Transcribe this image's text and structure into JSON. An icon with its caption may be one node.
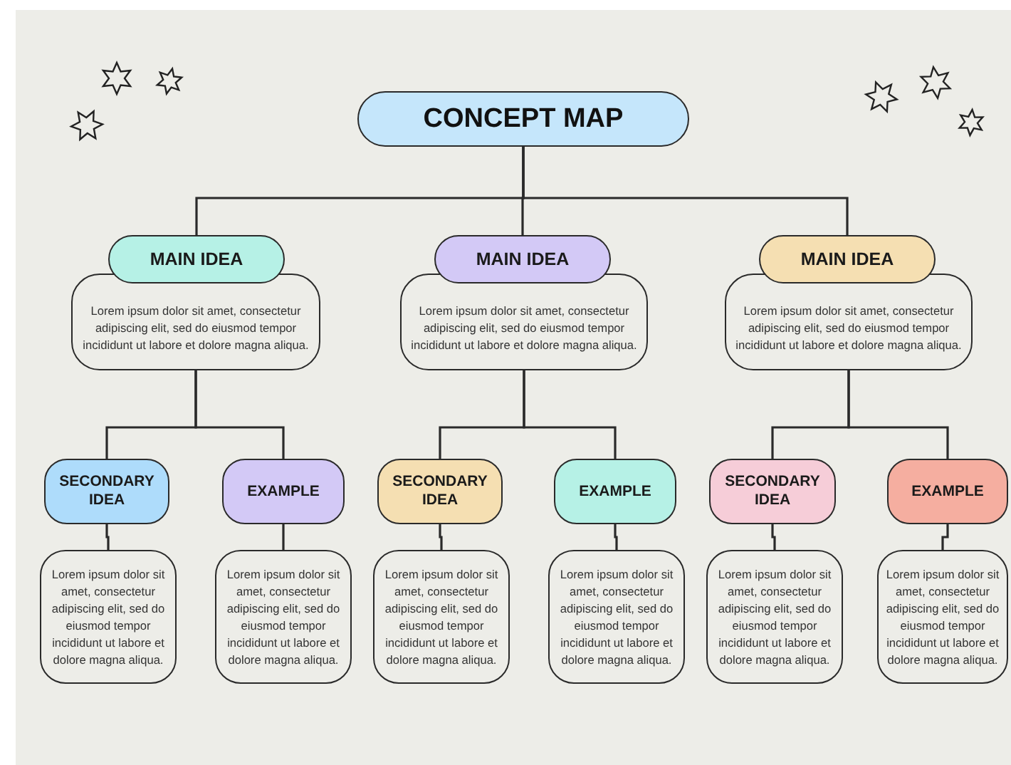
{
  "diagram": {
    "nodes": [
      {
        "text": [
          "CONCEPT MAP"
        ]
      },
      {
        "text": [
          "MAIN IDEA"
        ]
      },
      {
        "text": [
          "Lorem ipsum dolor sit amet, consectetur adipiscing elit, sed do eiusmod tempor incididunt ut labore et dolore magna aliqua."
        ]
      },
      {
        "text": [
          "MAIN IDEA"
        ]
      },
      {
        "text": [
          "Lorem ipsum dolor sit amet, consectetur adipiscing elit, sed do eiusmod tempor incididunt ut labore et dolore magna aliqua."
        ]
      },
      {
        "text": [
          "MAIN IDEA"
        ]
      },
      {
        "text": [
          "Lorem ipsum dolor sit amet, consectetur adipiscing elit, sed do eiusmod tempor incididunt ut labore et dolore magna aliqua."
        ]
      },
      {
        "text": [
          "SECONDARY IDEA"
        ]
      },
      {
        "text": [
          "EXAMPLE"
        ]
      },
      {
        "text": [
          "SECONDARY IDEA"
        ]
      },
      {
        "text": [
          "EXAMPLE"
        ]
      },
      {
        "text": [
          "SECONDARY IDEA"
        ]
      },
      {
        "text": [
          "EXAMPLE"
        ]
      },
      {
        "text": [
          "Lorem ipsum dolor sit amet, consectetur adipiscing elit, sed do eiusmod tempor incididunt ut labore et dolore magna aliqua."
        ]
      },
      {
        "text": [
          "Lorem ipsum dolor sit amet, consectetur adipiscing elit, sed do eiusmod tempor incididunt ut labore et dolore magna aliqua."
        ]
      },
      {
        "text": [
          "Lorem ipsum dolor sit amet, consectetur adipiscing elit, sed do eiusmod tempor incididunt ut labore et dolore magna aliqua."
        ]
      },
      {
        "text": [
          "Lorem ipsum dolor sit amet, consectetur adipiscing elit, sed do eiusmod tempor incididunt ut labore et dolore magna aliqua."
        ]
      },
      {
        "text": [
          "Lorem ipsum dolor sit amet, consectetur adipiscing elit, sed do eiusmod tempor incididunt ut labore et dolore magna aliqua."
        ]
      },
      {
        "text": [
          "Lorem ipsum dolor sit amet, consectetur adipiscing elit, sed do eiusmod tempor incididunt ut labore et dolore magna aliqua."
        ]
      }
    ],
    "edges": [
      {
        "from": 0,
        "to": 1,
        "arrow": "none"
      },
      {
        "from": 0,
        "to": 3,
        "arrow": "none"
      },
      {
        "from": 0,
        "to": 5,
        "arrow": "none"
      },
      {
        "from": 2,
        "to": 7,
        "arrow": "none"
      },
      {
        "from": 2,
        "to": 8,
        "arrow": "none"
      },
      {
        "from": 4,
        "to": 9,
        "arrow": "none"
      },
      {
        "from": 4,
        "to": 10,
        "arrow": "none"
      },
      {
        "from": 6,
        "to": 11,
        "arrow": "none"
      },
      {
        "from": 6,
        "to": 12,
        "arrow": "none"
      },
      {
        "from": 7,
        "to": 13,
        "arrow": "none"
      },
      {
        "from": 8,
        "to": 14,
        "arrow": "none"
      },
      {
        "from": 9,
        "to": 15,
        "arrow": "none"
      },
      {
        "from": 10,
        "to": 16,
        "arrow": "none"
      },
      {
        "from": 11,
        "to": 17,
        "arrow": "none"
      },
      {
        "from": 12,
        "to": 18,
        "arrow": "none"
      }
    ]
  }
}
